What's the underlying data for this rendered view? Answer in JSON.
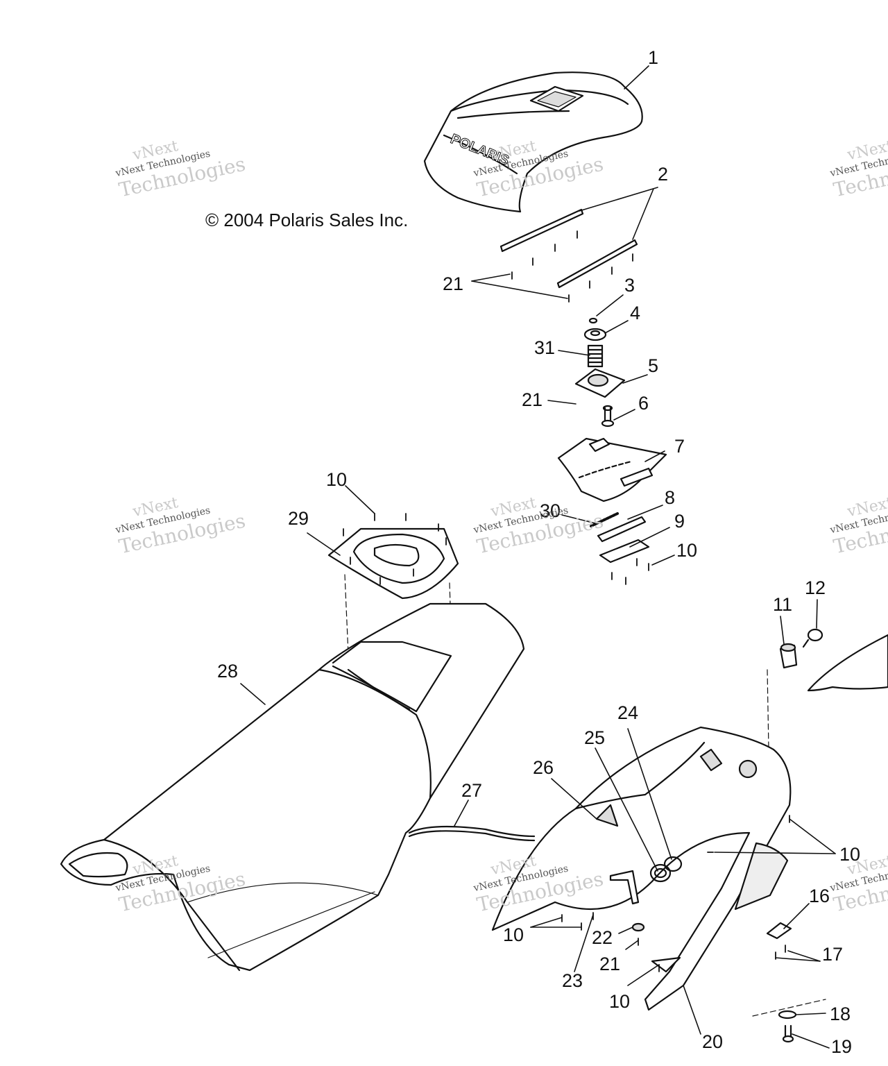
{
  "copyright": "© 2004 Polaris Sales Inc.",
  "brand_mark": "POLARIS",
  "watermark": {
    "line1": "vNext",
    "line2": "vNext Technologies",
    "line3": "Technologies"
  },
  "callouts": {
    "n1": "1",
    "n2": "2",
    "n3": "3",
    "n4": "4",
    "n5": "5",
    "n6": "6",
    "n7": "7",
    "n8": "8",
    "n9": "9",
    "n10a": "10",
    "n10b": "10",
    "n10c": "10",
    "n10d": "10",
    "n10e": "10",
    "n11": "11",
    "n12": "12",
    "n16": "16",
    "n17": "17",
    "n18": "18",
    "n19": "19",
    "n20": "20",
    "n21a": "21",
    "n21b": "21",
    "n21c": "21",
    "n22": "22",
    "n23": "23",
    "n24": "24",
    "n25": "25",
    "n26": "26",
    "n27": "27",
    "n28": "28",
    "n29": "29",
    "n30": "30",
    "n31": "31"
  }
}
